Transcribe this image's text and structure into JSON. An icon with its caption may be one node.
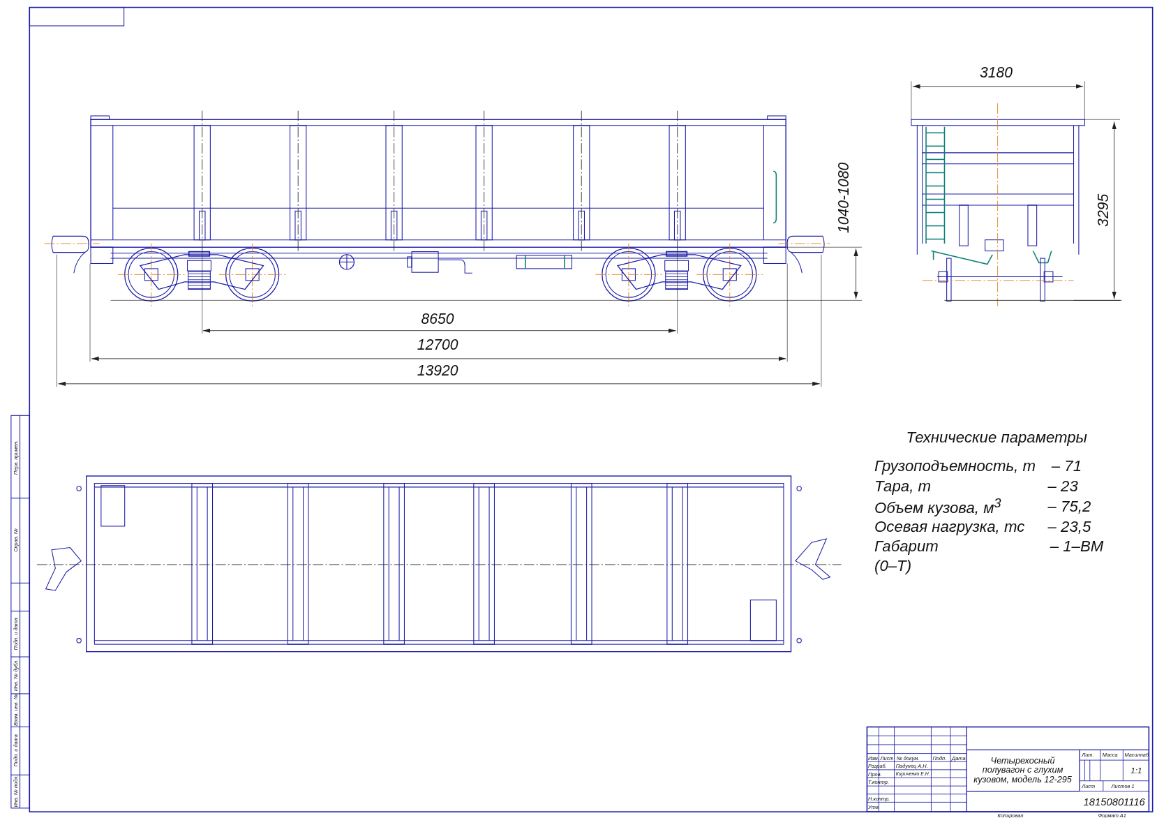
{
  "diagram": {
    "labels": [
      "3180",
      "1040-1080",
      "3295",
      "8650",
      "12700",
      "13920",
      "Технические параметры",
      "Грузоподъемность, т",
      "– 71",
      "Тара, т",
      "– 23",
      "Объем кузова, м$^{3}$",
      "– 75,2",
      "Осевая нагрузка, тс",
      "– 23,5",
      "Габарит",
      "– 1–ВМ",
      "(0–Т)",
      "Перв. примен.",
      "Справ. №",
      "Подп. и дата",
      "Инв. № дубл.",
      "Взам. инв. №",
      "Подп. и дата",
      "Инв. № подл.",
      "Изм.",
      "Лист",
      "№ докум.",
      "Подп.",
      "Дата",
      "Разраб.",
      "Падунец А.Н.",
      "Пров.",
      "Кириченко Е.Н.",
      "Т.контр.",
      "Н.контр.",
      "Утв.",
      "Четырехосный полувагон с глухим кузовом, модель 12-295",
      "Лит.",
      "Масса",
      "Масштаб",
      "1:1",
      "Лист",
      "Листов 1",
      "18150801116",
      "Копировал",
      "Формат А1"
    ]
  }
}
